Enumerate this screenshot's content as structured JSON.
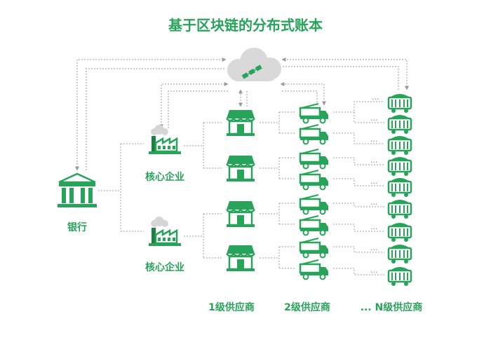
{
  "title": "基于区块链的分布式账本",
  "bank_label": "银行",
  "core_enterprise_label": "核心企业",
  "tier_labels": {
    "tier1": "1级供应商",
    "tier2": "2级供应商",
    "tierN": "... N级供应商"
  },
  "ellipsis": "...",
  "colors": {
    "green": "#27a35a",
    "green_dark": "#1d7f44",
    "line": "#9a9a9a",
    "cloud": "#d9d9d9"
  }
}
